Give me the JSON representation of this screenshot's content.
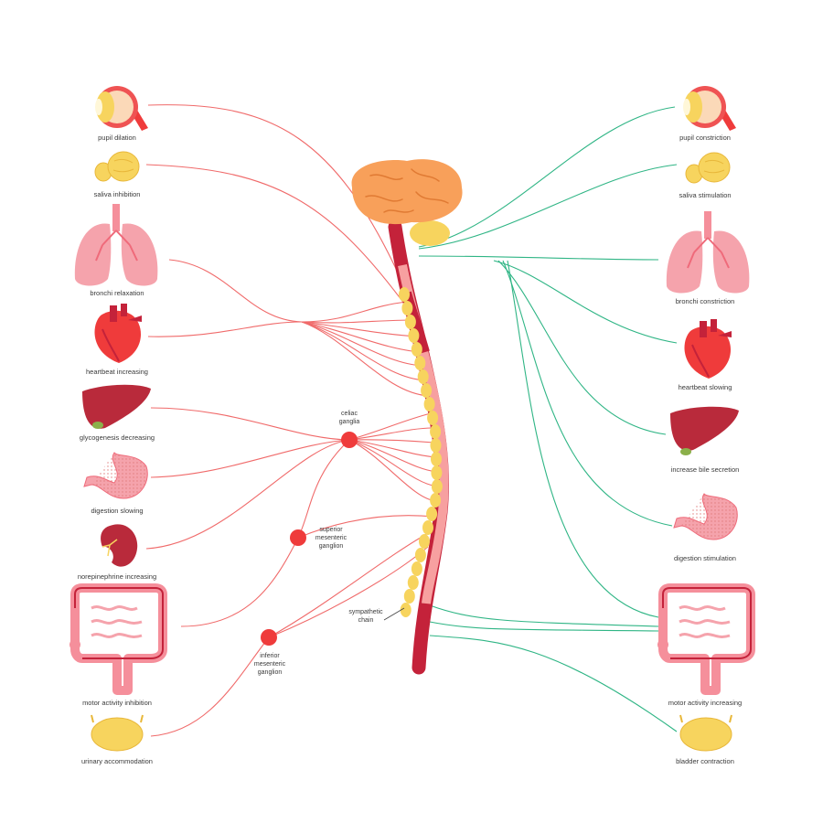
{
  "colors": {
    "sympathetic": "#f06a6a",
    "parasympathetic": "#2fb585",
    "ganglion": "#ef3b3b",
    "chain": "#f7d45e",
    "cord_dark": "#c4223a",
    "cord_light": "#f79a9a",
    "brain": "#f8a05a",
    "cerebellum": "#f7d45e"
  },
  "sympathetic_labels": [
    {
      "organ": "eye-icon",
      "text": "pupil dilation"
    },
    {
      "organ": "salivary-gland-icon",
      "text": "saliva inhibition"
    },
    {
      "organ": "lungs-icon",
      "text": "bronchi relaxation"
    },
    {
      "organ": "heart-icon",
      "text": "heartbeat increasing"
    },
    {
      "organ": "liver-icon",
      "text": "glycogenesis decreasing"
    },
    {
      "organ": "stomach-icon",
      "text": "digestion slowing"
    },
    {
      "organ": "kidney-icon",
      "text": "norepinephrine increasing"
    },
    {
      "organ": "intestines-icon",
      "text": "motor activity inhibition"
    },
    {
      "organ": "bladder-icon",
      "text": "urinary accommodation"
    }
  ],
  "parasympathetic_labels": [
    {
      "organ": "eye-icon",
      "text": "pupil constriction"
    },
    {
      "organ": "salivary-gland-icon",
      "text": "saliva stimulation"
    },
    {
      "organ": "lungs-icon",
      "text": "bronchi constriction"
    },
    {
      "organ": "heart-icon",
      "text": "heartbeat slowing"
    },
    {
      "organ": "liver-icon",
      "text": "increase bile secretion"
    },
    {
      "organ": "stomach-icon",
      "text": "digestion stimulation"
    },
    {
      "organ": "intestines-icon",
      "text": "motor activity increasing"
    },
    {
      "organ": "bladder-icon",
      "text": "bladder contraction"
    }
  ],
  "ganglia": {
    "celiac": "celiac\nganglia",
    "superior_mesenteric": "superior\nmesenteric\nganglion",
    "inferior_mesenteric": "inferior\nmesenteric\nganglion",
    "sympathetic_chain": "sympathetic\nchain"
  }
}
